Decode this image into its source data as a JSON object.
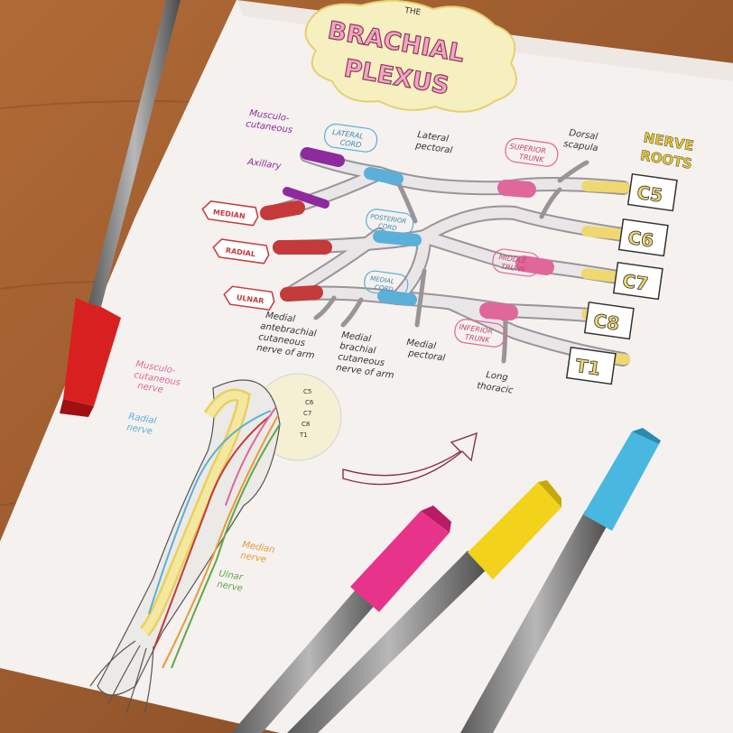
{
  "title": {
    "small": "THE",
    "line1": "BRACHIAL",
    "line2": "PLEXUS"
  },
  "roots_header": {
    "line1": "NERVE",
    "line2": "ROOTS"
  },
  "roots": [
    "C5",
    "C6",
    "C7",
    "C8",
    "T1"
  ],
  "terminal_labels": {
    "musculocutaneous": {
      "line1": "Musculo-",
      "line2": "cutaneous"
    },
    "axillary": "Axillary",
    "median": "MEDIAN",
    "radial": "RADIAL",
    "ulnar": "ULNAR"
  },
  "cord_labels": {
    "lateral": {
      "line1": "LATERAL",
      "line2": "CORD"
    },
    "posterior": {
      "line1": "POSTERIOR",
      "line2": "CORD"
    },
    "medial": {
      "line1": "MEDIAL",
      "line2": "CORD"
    }
  },
  "trunk_labels": {
    "superior": {
      "line1": "SUPERIOR",
      "line2": "TRUNK"
    },
    "middle": {
      "line1": "MIDDLE",
      "line2": "TRUNK"
    },
    "inferior": {
      "line1": "INFERIOR",
      "line2": "TRUNK"
    }
  },
  "branch_labels": {
    "lateral_pectoral": {
      "line1": "Lateral",
      "line2": "pectoral"
    },
    "dorsal_scapula": {
      "line1": "Dorsal",
      "line2": "scapula"
    },
    "medial_pectoral": {
      "line1": "Medial",
      "line2": "pectoral"
    },
    "long_thoracic": {
      "line1": "Long",
      "line2": "thoracic"
    },
    "medial_antebrachial": {
      "line1": "Medial",
      "line2": "antebrachial",
      "line3": "cutaneous",
      "line4": "nerve of arm"
    },
    "medial_brachial": {
      "line1": "Medial",
      "line2": "brachial",
      "line3": "cutaneous",
      "line4": "nerve of arm"
    }
  },
  "arm_labels": {
    "musculocutaneous": {
      "line1": "Musculo-",
      "line2": "cutaneous",
      "line3": "nerve"
    },
    "radial": {
      "line1": "Radial",
      "line2": "nerve"
    },
    "median": {
      "line1": "Median",
      "line2": "nerve"
    },
    "ulnar": {
      "line1": "Ulnar",
      "line2": "nerve"
    },
    "roots": [
      "C5",
      "C6",
      "C7",
      "C8",
      "T1"
    ]
  },
  "colors": {
    "table": "#9a5a2e",
    "paper": "#f4f1ee",
    "purple": "#8e2a9e",
    "blue": "#5ab0d8",
    "pink": "#e0679a",
    "red": "#c43a3a",
    "yellow": "#f0d870",
    "grey": "#c8c4c8",
    "green": "#5fa84a",
    "orange": "#e89a3a"
  },
  "objects": [
    "grey-pen-red-cap",
    "pink-pen",
    "yellow-pen",
    "blue-pen"
  ]
}
